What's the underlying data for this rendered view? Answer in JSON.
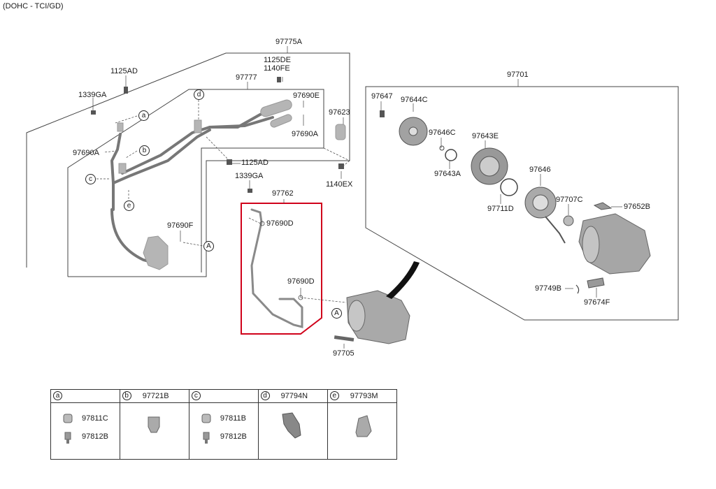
{
  "header": "(DOHC - TCI/GD)",
  "labels": {
    "p97775A": "97775A",
    "p1125DE": "1125DE",
    "p1140FE": "1140FE",
    "p97777": "97777",
    "p1125AD_top": "1125AD",
    "p1339GA_top": "1339GA",
    "p97690E": "97690E",
    "p97623": "97623",
    "p97690A_right": "97690A",
    "p97690A_left": "97690A",
    "p1125AD_mid": "1125AD",
    "p1339GA_mid": "1339GA",
    "p1140EX": "1140EX",
    "p97762": "97762",
    "p97690D_top": "97690D",
    "p97690F": "97690F",
    "p97690D_bot": "97690D",
    "p97705": "97705",
    "p97701": "97701",
    "p97647": "97647",
    "p97644C": "97644C",
    "p97646C": "97646C",
    "p97643E": "97643E",
    "p97643A": "97643A",
    "p97646": "97646",
    "p97711D": "97711D",
    "p97707C": "97707C",
    "p97652B": "97652B",
    "p97749B": "97749B",
    "p97674F": "97674F"
  },
  "callouts": {
    "a": "a",
    "b": "b",
    "c": "c",
    "d": "d",
    "e": "e",
    "A1": "A",
    "A2": "A"
  },
  "legend": {
    "cols": [
      {
        "letter": "a",
        "title": "",
        "parts": [
          "97811C",
          "97812B"
        ]
      },
      {
        "letter": "b",
        "title": "97721B",
        "parts": []
      },
      {
        "letter": "c",
        "title": "",
        "parts": [
          "97811B",
          "97812B"
        ]
      },
      {
        "letter": "d",
        "title": "97794N",
        "parts": []
      },
      {
        "letter": "e",
        "title": "97793M",
        "parts": []
      }
    ]
  },
  "colors": {
    "highlight": "#d0021b",
    "line": "#333333",
    "part": "#8c8c8c",
    "partDark": "#5a5a5a"
  }
}
